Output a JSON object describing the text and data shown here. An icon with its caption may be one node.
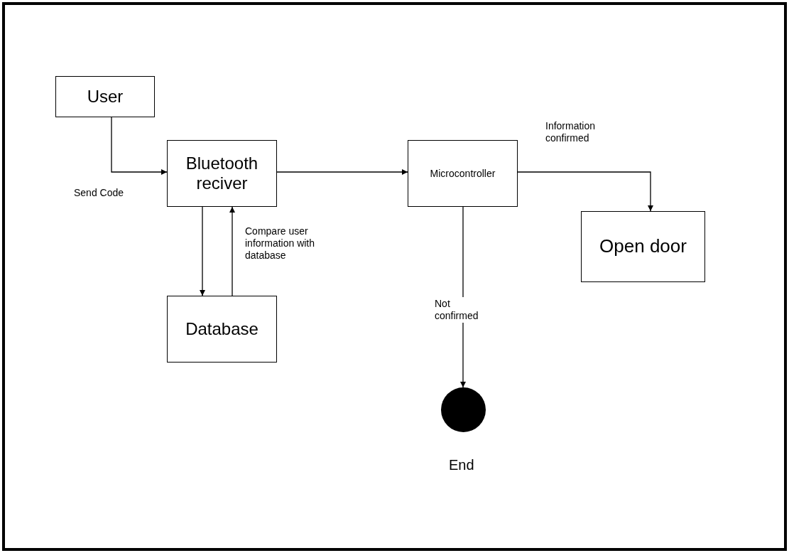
{
  "diagram": {
    "nodes": [
      {
        "text": [
          "User"
        ]
      },
      {
        "text": [
          "Bluetooth reciver"
        ]
      },
      {
        "text": [
          "Database"
        ]
      },
      {
        "text": [
          "Microcontroller"
        ]
      },
      {
        "text": [
          "Open door"
        ]
      },
      {
        "text": [],
        "shape": "circle",
        "beside": [
          "End"
        ]
      }
    ],
    "edges": [
      {
        "from": 0,
        "to": 1,
        "arrow": "to",
        "label": "Send Code"
      },
      {
        "from": 1,
        "to": 2,
        "arrow": "to"
      },
      {
        "from": 2,
        "to": 1,
        "arrow": "to",
        "label": "Compare user information with database"
      },
      {
        "from": 1,
        "to": 3,
        "arrow": "to"
      },
      {
        "from": 3,
        "to": 4,
        "arrow": "to",
        "label": "Information confirmed"
      },
      {
        "from": 3,
        "to": 5,
        "arrow": "to",
        "label": "Not confirmed"
      }
    ]
  }
}
